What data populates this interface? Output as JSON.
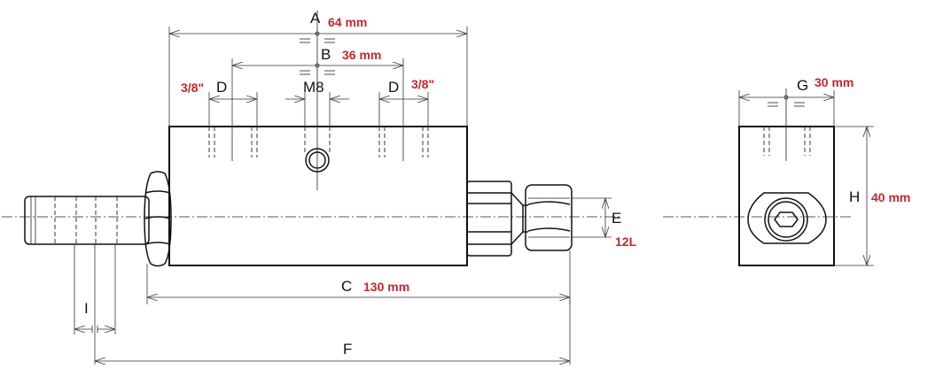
{
  "labels": {
    "A": "A",
    "B": "B",
    "C": "C",
    "D": "D",
    "E": "E",
    "F": "F",
    "G": "G",
    "H": "H",
    "I": "I",
    "M8": "M8"
  },
  "values": {
    "A": "64 mm",
    "B": "36 mm",
    "C": "130 mm",
    "D": "3/8\"",
    "E": "12L",
    "G": "30 mm",
    "H": "40 mm"
  },
  "colors": {
    "value_text": "#c0282e",
    "line": "#111111",
    "background": "#ffffff"
  }
}
